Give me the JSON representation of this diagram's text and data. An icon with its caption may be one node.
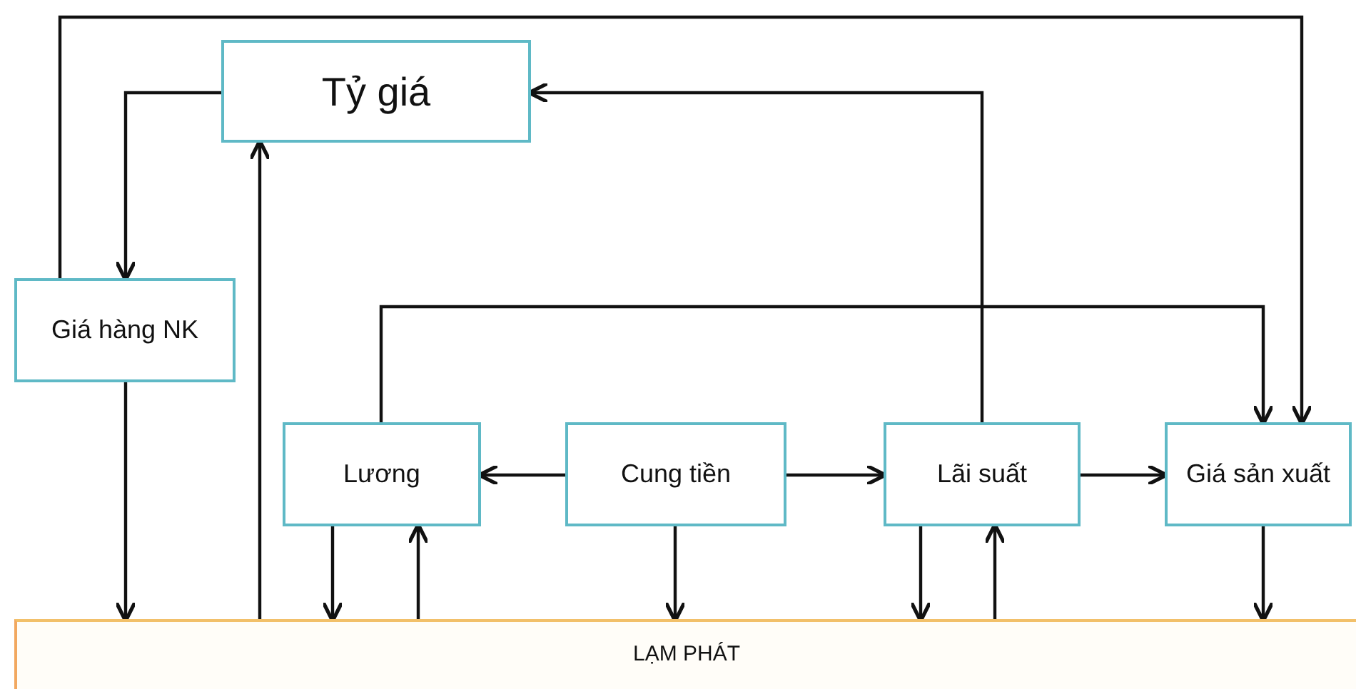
{
  "diagram": {
    "nodes": [
      {
        "text": [
          "Tỷ giá"
        ]
      },
      {
        "text": [
          "Giá hàng NK"
        ]
      },
      {
        "text": [
          "Lương"
        ]
      },
      {
        "text": [
          "Cung tiền"
        ]
      },
      {
        "text": [
          "Lãi suất"
        ]
      },
      {
        "text": [
          "Giá sản xuất"
        ]
      },
      {
        "text": [
          "LẠM PHÁT"
        ]
      }
    ],
    "edges": [
      {
        "from": 0,
        "to": 1,
        "arrow": "to"
      },
      {
        "from": 1,
        "to": 5,
        "arrow": "to"
      },
      {
        "from": 4,
        "to": 0,
        "arrow": "to"
      },
      {
        "from": 2,
        "to": 5,
        "arrow": "to"
      },
      {
        "from": 3,
        "to": 2,
        "arrow": "to"
      },
      {
        "from": 3,
        "to": 4,
        "arrow": "to"
      },
      {
        "from": 4,
        "to": 5,
        "arrow": "to"
      },
      {
        "from": 1,
        "to": 6,
        "arrow": "to"
      },
      {
        "from": 6,
        "to": 0,
        "arrow": "to"
      },
      {
        "from": 2,
        "to": 6,
        "arrow": "to"
      },
      {
        "from": 6,
        "to": 2,
        "arrow": "to"
      },
      {
        "from": 3,
        "to": 6,
        "arrow": "to"
      },
      {
        "from": 4,
        "to": 6,
        "arrow": "to"
      },
      {
        "from": 6,
        "to": 4,
        "arrow": "to"
      },
      {
        "from": 5,
        "to": 6,
        "arrow": "to"
      }
    ]
  }
}
